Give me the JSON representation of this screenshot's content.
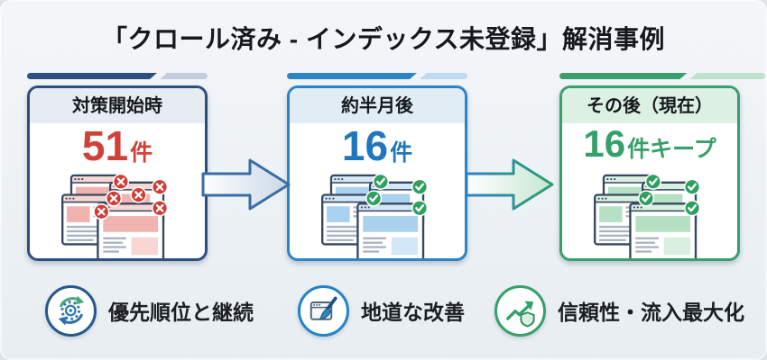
{
  "title": "「クロール済み - インデックス未登録」解消事例",
  "stages": [
    {
      "header": "対策開始時",
      "count": "51",
      "unit": "件",
      "status_icon": "pages-with-error-badges"
    },
    {
      "header": "約半月後",
      "count": "16",
      "unit": "件",
      "status_icon": "pages-with-check-badges"
    },
    {
      "header": "その後（現在）",
      "count": "16",
      "unit": "件キープ",
      "status_icon": "pages-with-check-badges"
    }
  ],
  "points": [
    {
      "icon": "gear-sync-icon",
      "label": "優先順位と継続"
    },
    {
      "icon": "browser-brush-icon",
      "label": "地道な改善"
    },
    {
      "icon": "trend-shield-icon",
      "label": "信頼性・流入最大化"
    }
  ],
  "colors": {
    "bg_top": "#f3f6f9",
    "bg_bottom": "#e7edf1",
    "title_color": "#15181c",
    "label_color": "#1b1e23",
    "stage1_border": "#2d4f80",
    "stage1_header_bg": "#e7ecf3",
    "stage1_number": "#d0413a",
    "stage1_bar_dark": "#2d4f80",
    "stage1_bar_light": "#c2cedd",
    "stage2_border": "#2b84c6",
    "stage2_header_bg": "#e2ecf5",
    "stage2_number": "#1f78bd",
    "stage2_bar_dark": "#2b84c6",
    "stage2_bar_light": "#bddcf2",
    "stage3_border": "#38a06c",
    "stage3_header_bg": "#ddf0e4",
    "stage3_number": "#35a06a",
    "stage3_bar_dark": "#38a06c",
    "stage3_bar_light": "#c0e2cd",
    "arrow1_stroke": "#3b6ca6",
    "arrow1_fill_end": "#cbd8e7",
    "arrow2_stroke_start": "#2b84c6",
    "arrow2_stroke_end": "#2f9e6c",
    "arrow2_fill_end": "#c6e5d3",
    "badge_error": "#d23b33",
    "badge_ok": "#2ea05f",
    "point1_ring": "#24588e",
    "point2_ring": "#2283c8",
    "point3_ring": "#35a06a"
  }
}
